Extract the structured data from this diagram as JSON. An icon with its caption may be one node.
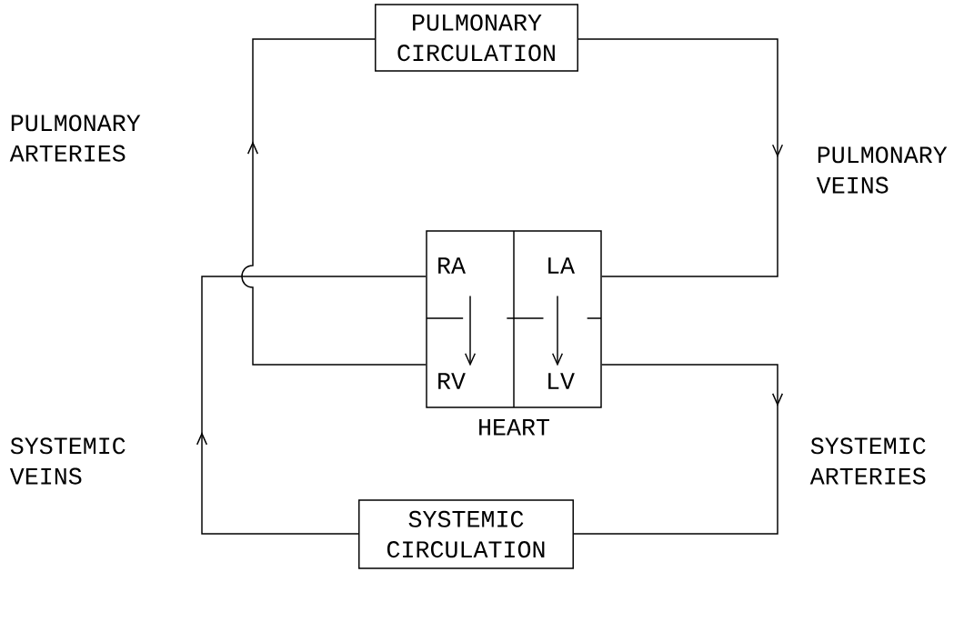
{
  "diagram": {
    "nodes": [
      {
        "text": [
          "PULMONARY CIRCULATION"
        ]
      },
      {
        "text": [
          "HEART"
        ]
      },
      {
        "text": [
          "RA"
        ],
        "in": 1
      },
      {
        "text": [
          "LA"
        ],
        "in": 1
      },
      {
        "text": [
          "RV"
        ],
        "in": 1
      },
      {
        "text": [
          "LV"
        ],
        "in": 1
      },
      {
        "text": [
          "SYSTEMIC CIRCULATION"
        ]
      }
    ],
    "edges": [
      {
        "from": 4,
        "to": 0,
        "arrow": "to",
        "label": "PULMONARY ARTERIES"
      },
      {
        "from": 0,
        "to": 3,
        "arrow": "to",
        "label": "PULMONARY VEINS"
      },
      {
        "from": 5,
        "to": 6,
        "arrow": "to",
        "label": "SYSTEMIC ARTERIES"
      },
      {
        "from": 6,
        "to": 2,
        "arrow": "to",
        "label": "SYSTEMIC VEINS"
      },
      {
        "from": 2,
        "to": 4,
        "arrow": "to"
      },
      {
        "from": 3,
        "to": 5,
        "arrow": "to"
      }
    ]
  }
}
